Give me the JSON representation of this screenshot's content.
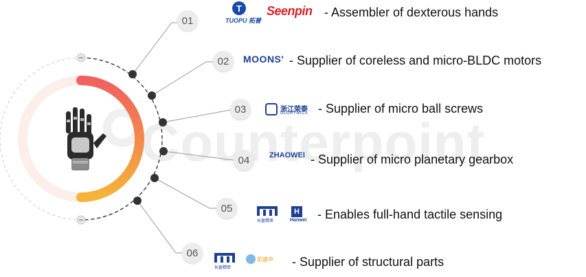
{
  "watermark": "Counterpoint",
  "colors": {
    "ring_start": "#f06060",
    "ring_end": "#f4b43a",
    "leader_line": "#999999",
    "node": "#333333",
    "badge": "#ececec"
  },
  "center": {
    "icon": "robotic-hand-icon"
  },
  "items": [
    {
      "number": "01",
      "text": "- Assembler of dexterous hands",
      "logos": [
        {
          "name": "TUOPU",
          "text": "TUOPU 拓普",
          "icon": "tuopu-logo"
        },
        {
          "name": "Seenpin",
          "text": "Seenpin",
          "icon": "seenpin-logo"
        }
      ]
    },
    {
      "number": "02",
      "text": "- Supplier of coreless and micro-BLDC motors",
      "logos": [
        {
          "name": "MOONS'",
          "text": "MOONS'",
          "icon": "moons-logo"
        }
      ]
    },
    {
      "number": "03",
      "text": "- Supplier of micro ball screws",
      "logos": [
        {
          "name": "GLORYMICA",
          "text": "浙江荣泰",
          "icon": "glorymica-logo"
        }
      ]
    },
    {
      "number": "04",
      "text": "- Supplier of micro planetary gearbox",
      "logos": [
        {
          "name": "ZHAOWEI",
          "text": "ZHAOWEI",
          "icon": "zhaowei-logo"
        }
      ]
    },
    {
      "number": "05",
      "text": "- Enables full-hand tactile sensing",
      "logos": [
        {
          "name": "长盈精密",
          "text": "长盈精密",
          "icon": "changying-logo"
        },
        {
          "name": "Hanwei",
          "text": "Hanwei",
          "icon": "hanwei-logo"
        }
      ]
    },
    {
      "number": "06",
      "text": "- Supplier of structural parts",
      "logos": [
        {
          "name": "长盈精密",
          "text": "长盈精密",
          "icon": "changying-logo"
        },
        {
          "name": "凯盛中",
          "text": "凯盛中",
          "icon": "structural-parts-logo"
        }
      ]
    }
  ]
}
